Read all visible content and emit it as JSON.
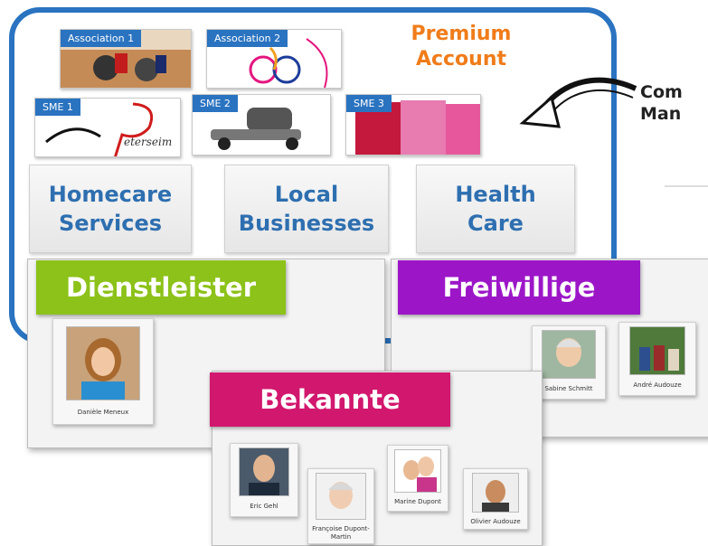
{
  "premium_account": {
    "line1": "Premium",
    "line2": "Account"
  },
  "community_manager": {
    "line1": "Com",
    "line2": "Man"
  },
  "associations": [
    {
      "tag": "Association 1"
    },
    {
      "tag": "Association 2"
    }
  ],
  "smes": [
    {
      "tag": "SME 1"
    },
    {
      "tag": "SME 2"
    },
    {
      "tag": "SME 3"
    }
  ],
  "logo_text": "eterseim",
  "categories": [
    {
      "line1": "Homecare",
      "line2": "Services"
    },
    {
      "line1": "Local",
      "line2": "Businesses"
    },
    {
      "line1": "Health",
      "line2": "Care"
    }
  ],
  "groups": {
    "dienstleister": {
      "title": "Dienstleister",
      "color": "#8cc219",
      "members": [
        {
          "name": "Danièle Meneux"
        }
      ]
    },
    "freiwillige": {
      "title": "Freiwillige",
      "color": "#9c16c8",
      "members": [
        {
          "name": "Sabine Schmitt"
        },
        {
          "name": "André Audouze"
        }
      ]
    },
    "bekannte": {
      "title": "Bekannte",
      "color": "#d2176e",
      "members": [
        {
          "name": "Eric Gehl"
        },
        {
          "name": "Françoise Dupont-Martin"
        },
        {
          "name": "Marine Dupont"
        },
        {
          "name": "Olivier Audouze"
        }
      ]
    }
  },
  "colors": {
    "frame": "#2a73c0",
    "premium": "#f07c1a",
    "category_text": "#2e6fb0"
  }
}
